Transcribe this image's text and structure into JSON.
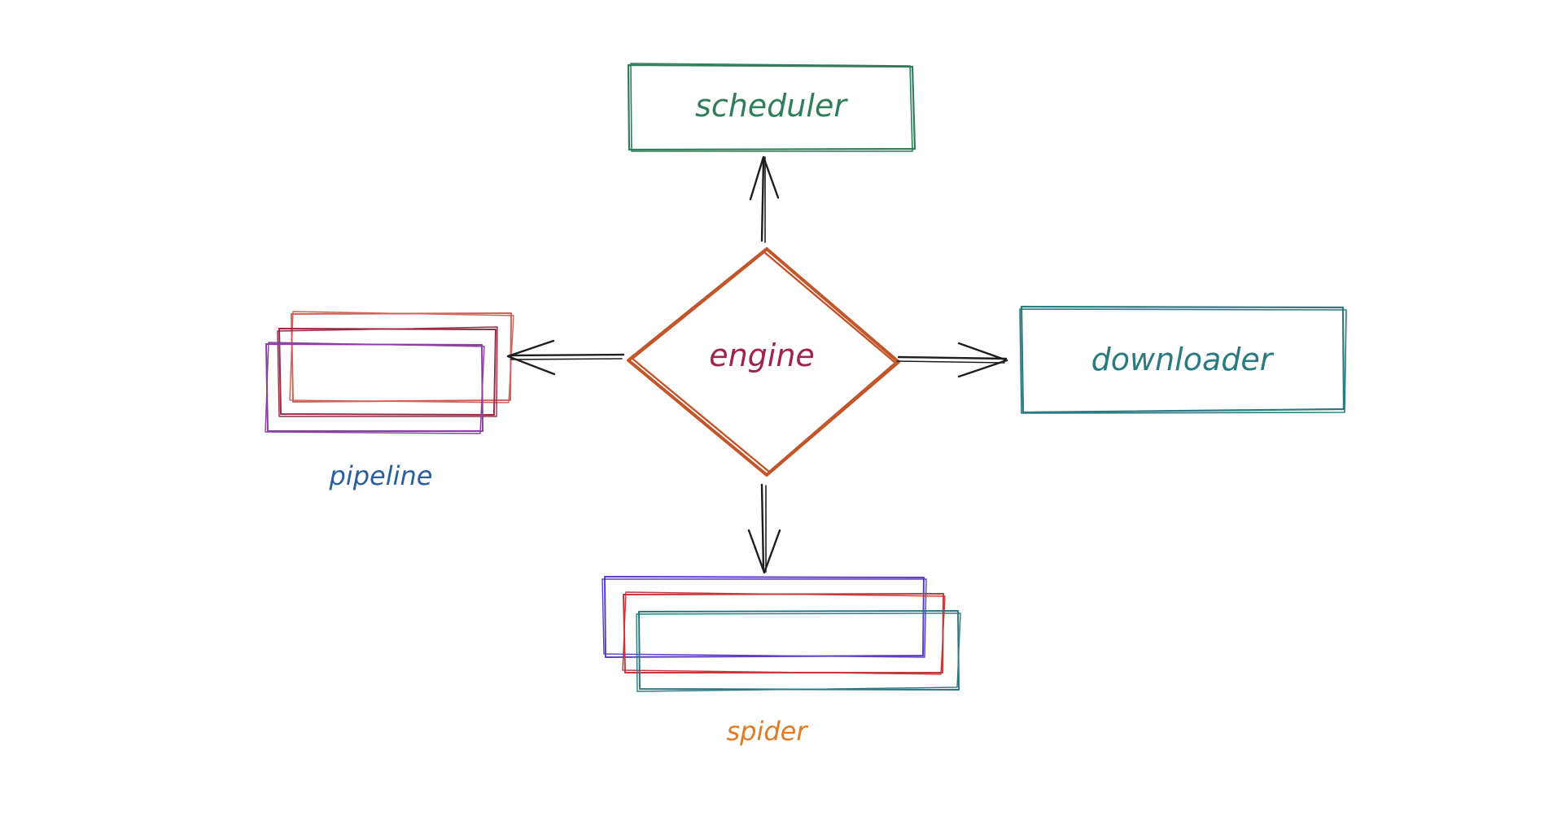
{
  "diagram": {
    "engine": {
      "label": "engine",
      "color": "#c2552a",
      "text_color": "#a0224e"
    },
    "scheduler": {
      "label": "scheduler",
      "color": "#2f7d5a"
    },
    "downloader": {
      "label": "downloader",
      "color": "#2b7a80"
    },
    "pipeline": {
      "label": "pipeline",
      "text_color": "#2a5f9e",
      "box_colors": [
        "#d0625a",
        "#9b2946",
        "#8a3fa3"
      ]
    },
    "spider": {
      "label": "spider",
      "text_color": "#e07a25",
      "box_colors": [
        "#5b3fc4",
        "#c43a3a",
        "#2b7a80"
      ]
    },
    "arrow_color": "#1e1e1e"
  }
}
